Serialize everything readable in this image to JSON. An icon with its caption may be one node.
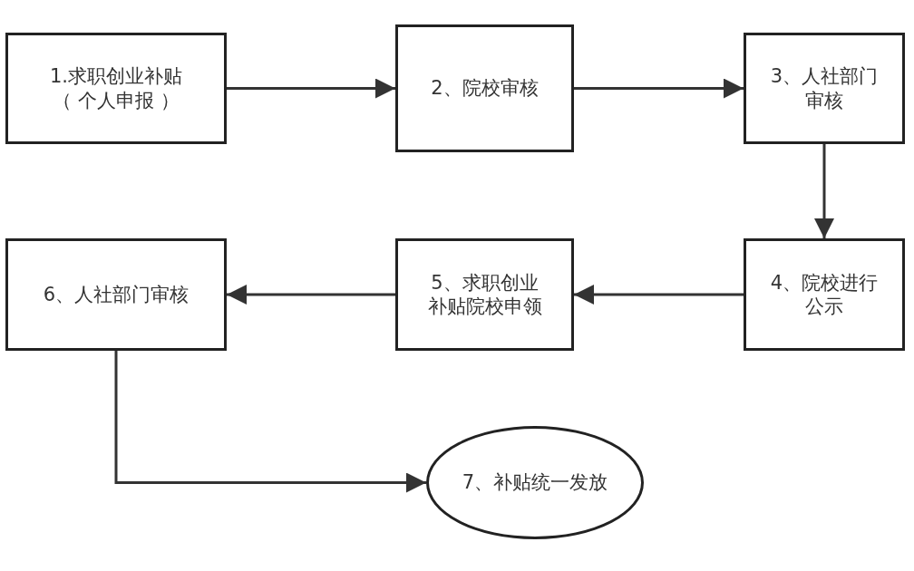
{
  "diagram": {
    "nodes": [
      {
        "text": [
          "1.求职创业补贴（ 个人申报 ）"
        ]
      },
      {
        "text": [
          "2、院校审核"
        ]
      },
      {
        "text": [
          "3、人社部门审核"
        ]
      },
      {
        "text": [
          "4、院校进行公示"
        ]
      },
      {
        "text": [
          "5、求职创业补贴院校申领"
        ]
      },
      {
        "text": [
          "6、人社部门审核"
        ]
      },
      {
        "text": [
          "7、补贴统一发放"
        ]
      }
    ],
    "edges": [
      {
        "from": 0,
        "to": 1,
        "arrow": "to"
      },
      {
        "from": 1,
        "to": 2,
        "arrow": "to"
      },
      {
        "from": 2,
        "to": 3,
        "arrow": "to"
      },
      {
        "from": 3,
        "to": 4,
        "arrow": "to"
      },
      {
        "from": 4,
        "to": 5,
        "arrow": "to"
      },
      {
        "from": 5,
        "to": 6,
        "arrow": "to"
      }
    ]
  }
}
